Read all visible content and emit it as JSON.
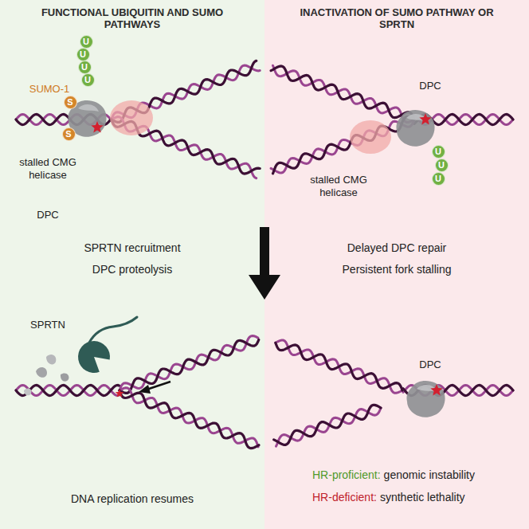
{
  "diagram": {
    "nodes": [
      {
        "text": [
          "FUNCTIONAL UBIQUITIN AND SUMO PATHWAYS"
        ]
      },
      {
        "text": [
          "U"
        ],
        "in": 0
      },
      {
        "text": [
          "U"
        ],
        "in": 0
      },
      {
        "text": [
          "U"
        ],
        "in": 0
      },
      {
        "text": [
          "U"
        ],
        "in": 0
      },
      {
        "text": [
          "S"
        ],
        "in": 0
      },
      {
        "text": [
          "S"
        ],
        "in": 0
      },
      {
        "text": [
          "INACTIVATION OF SUMO PATHWAY OR SPRTN"
        ]
      },
      {
        "text": [
          "U"
        ],
        "in": 7
      },
      {
        "text": [
          "U"
        ],
        "in": 7
      },
      {
        "text": [
          "U"
        ],
        "in": 7
      }
    ],
    "labels": [
      "SUMO-1",
      "stalled CMG helicase",
      "DPC",
      "stalled CMG helicase",
      "DPC",
      "SPRTN recruitment",
      "DPC proteolysis",
      "Delayed DPC repair",
      "Persistent fork stalling",
      "SPRTN",
      "DNA replication resumes",
      "DPC",
      "HR-proficient:",
      "genomic instability",
      "HR-deficient:",
      "synthetic lethality"
    ]
  }
}
